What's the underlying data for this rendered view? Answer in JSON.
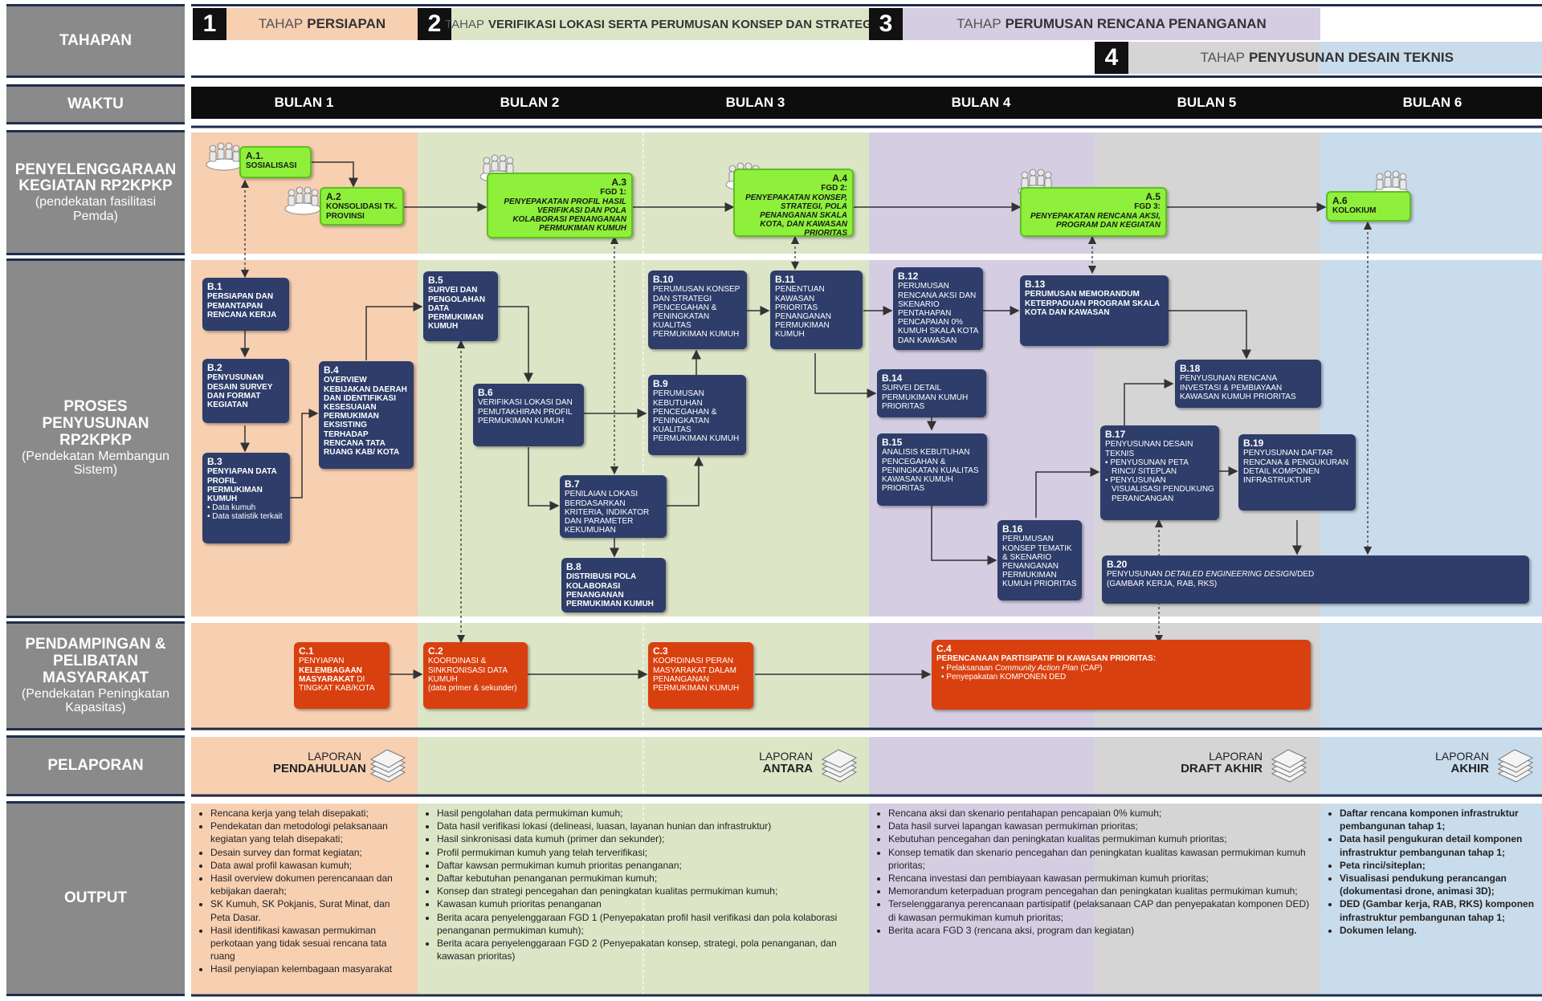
{
  "rows": {
    "tahapan": {
      "title": "TAHAPAN"
    },
    "waktu": {
      "title": "WAKTU"
    },
    "penyelenggaraan": {
      "title": "PENYELENGGARAAN KEGIATAN RP2KPKP",
      "subtitle": "(pendekatan fasilitasi Pemda)"
    },
    "proses": {
      "title": "PROSES  PENYUSUNAN RP2KPKP",
      "subtitle": "(Pendekatan Membangun Sistem)"
    },
    "pendampingan": {
      "title": "PENDAMPINGAN & PELIBATAN MASYARAKAT",
      "subtitle": "(Pendekatan Peningkatan Kapasitas)"
    },
    "pelaporan": {
      "title": "PELAPORAN"
    },
    "output": {
      "title": "OUTPUT"
    }
  },
  "stages": [
    {
      "num": "1",
      "prefix": "TAHAP",
      "name": "PERSIAPAN"
    },
    {
      "num": "2",
      "prefix": "TAHAP",
      "name": "VERIFIKASI LOKASI SERTA PERUMUSAN KONSEP DAN STRATEGI"
    },
    {
      "num": "3",
      "prefix": "TAHAP",
      "name": "PERUMUSAN RENCANA PENANGANAN"
    },
    {
      "num": "4",
      "prefix": "TAHAP",
      "name": "PENYUSUNAN DESAIN TEKNIS"
    }
  ],
  "months": [
    "BULAN 1",
    "BULAN 2",
    "BULAN 3",
    "BULAN 4",
    "BULAN 5",
    "BULAN 6"
  ],
  "colors": {
    "stage1": "#f7cfb1",
    "stage2": "#dde5c7",
    "stage3": "#d5cde2",
    "stage4_gray": "#d5d5d5",
    "stage4_blue": "#c9dcec",
    "row_head": "#8a8a8a",
    "process_node": "#2e3d6a",
    "green_node": "#8ef03a",
    "red_node": "#d9400f"
  },
  "nodes": {
    "A1": {
      "code": "A.1.",
      "text": "SOSIALISASI"
    },
    "A2": {
      "code": "A.2",
      "text": "KONSOLIDASI TK. PROVINSI"
    },
    "A3": {
      "code": "A.3",
      "sub": "FGD 1:",
      "text": "PENYEPAKATAN PROFIL HASIL VERIFIKASI DAN POLA KOLABORASI PENANGANAN PERMUKIMAN KUMUH"
    },
    "A4": {
      "code": "A.4",
      "sub": "FGD 2:",
      "text": "PENYEPAKATAN KONSEP, STRATEGI, POLA PENANGANAN SKALA KOTA, DAN KAWASAN PRIORITAS"
    },
    "A5": {
      "code": "A.5",
      "sub": "FGD 3:",
      "text": "PENYEPAKATAN RENCANA AKSI, PROGRAM DAN KEGIATAN"
    },
    "A6": {
      "code": "A.6",
      "text": "KOLOKIUM"
    },
    "B1": {
      "code": "B.1",
      "text": "PERSIAPAN DAN PEMANTAPAN RENCANA KERJA"
    },
    "B2": {
      "code": "B.2",
      "text": "PENYUSUNAN DESAIN SURVEY DAN FORMAT KEGIATAN"
    },
    "B3": {
      "code": "B.3",
      "text": "PENYIAPAN DATA PROFIL PERMUKIMAN KUMUH",
      "bullets": [
        "Data kumuh",
        "Data statistik terkait"
      ]
    },
    "B4": {
      "code": "B.4",
      "text": "OVERVIEW KEBIJAKAN DAERAH DAN IDENTIFIKASI KESESUAIAN PERMUKIMAN EKSISTING TERHADAP RENCANA TATA RUANG KAB/ KOTA"
    },
    "B5": {
      "code": "B.5",
      "text": "SURVEI DAN PENGOLAHAN DATA PERMUKIMAN KUMUH"
    },
    "B6": {
      "code": "B.6",
      "text": "VERIFIKASI LOKASI DAN PEMUTAKHIRAN PROFIL PERMUKIMAN KUMUH"
    },
    "B7": {
      "code": "B.7",
      "text": "PENILAIAN LOKASI BERDASARKAN KRITERIA, INDIKATOR DAN PARAMETER KEKUMUHAN"
    },
    "B8": {
      "code": "B.8",
      "text": "DISTRIBUSI POLA KOLABORASI PENANGANAN PERMUKIMAN KUMUH"
    },
    "B9": {
      "code": "B.9",
      "text": "PERUMUSAN KEBUTUHAN PENCEGAHAN & PENINGKATAN KUALITAS PERMUKIMAN KUMUH"
    },
    "B10": {
      "code": "B.10",
      "text": "PERUMUSAN KONSEP DAN STRATEGI PENCEGAHAN & PENINGKATAN KUALITAS PERMUKIMAN KUMUH"
    },
    "B11": {
      "code": "B.11",
      "text": "PENENTUAN KAWASAN PRIORITAS PENANGANAN PERMUKIMAN KUMUH"
    },
    "B12": {
      "code": "B.12",
      "text": "PERUMUSAN RENCANA AKSI DAN SKENARIO PENTAHAPAN PENCAPAIAN 0% KUMUH SKALA KOTA DAN KAWASAN"
    },
    "B13": {
      "code": "B.13",
      "text": "PERUMUSAN MEMORANDUM KETERPADUAN PROGRAM SKALA KOTA DAN KAWASAN"
    },
    "B14": {
      "code": "B.14",
      "text": "SURVEI DETAIL PERMUKIMAN KUMUH PRIORITAS"
    },
    "B15": {
      "code": "B.15",
      "text": "ANALISIS KEBUTUHAN PENCEGAHAN & PENINGKATAN KUALITAS KAWASAN KUMUH PRIORITAS"
    },
    "B16": {
      "code": "B.16",
      "text": "PERUMUSAN KONSEP TEMATIK & SKENARIO PENANGANAN PERMUKIMAN KUMUH PRIORITAS"
    },
    "B17": {
      "code": "B.17",
      "text": "PENYUSUNAN DESAIN TEKNIS",
      "bullets": [
        "PENYUSUNAN PETA RINCI/ SITEPLAN",
        "PENYUSUNAN VISUALISASI PENDUKUNG PERANCANGAN"
      ]
    },
    "B18": {
      "code": "B.18",
      "text": "PENYUSUNAN RENCANA INVESTASI & PEMBIAYAAN KAWASAN KUMUH PRIORITAS"
    },
    "B19": {
      "code": "B.19",
      "text": "PENYUSUNAN DAFTAR RENCANA & PENGUKURAN DETAIL KOMPONEN INFRASTRUKTUR"
    },
    "B20": {
      "code": "B.20",
      "text_pre": "PENYUSUNAN ",
      "text_em": "DETAILED ENGINEERING DESIGN",
      "text_post": "/DED",
      "text2": "(GAMBAR KERJA, RAB, RKS)"
    },
    "C1": {
      "code": "C.1",
      "text_pre": "PENYIAPAN ",
      "text_b": "KELEMBAGAAN MASYARAKAT",
      "text_post": " DI TINGKAT KAB/KOTA"
    },
    "C2": {
      "code": "C.2",
      "text": "KOORDINASI & SINKRONISASI DATA KUMUH",
      "text2": "(data primer & sekunder)"
    },
    "C3": {
      "code": "C.3",
      "text": "KOORDINASI PERAN MASYARAKAT DALAM PENANGANAN PERMUKIMAN KUMUH"
    },
    "C4": {
      "code": "C.4",
      "text": "PERENCANAAN PARTISIPATIF DI KAWASAN PRIORITAS:",
      "b1_pre": "Pelaksanaan ",
      "b1_em": "Community Action Plan",
      "b1_post": " (CAP)",
      "b2": "Penyepakatan KOMPONEN DED"
    }
  },
  "reports": [
    {
      "label": "LAPORAN",
      "name": "PENDAHULUAN"
    },
    {
      "label": "LAPORAN",
      "name": "ANTARA"
    },
    {
      "label": "LAPORAN",
      "name": "DRAFT AKHIR"
    },
    {
      "label": "LAPORAN",
      "name": "AKHIR"
    }
  ],
  "outputs": {
    "col1": [
      "Rencana kerja yang telah disepakati;",
      "Pendekatan dan metodologi  pelaksanaan kegiatan yang telah disepakati;",
      "Desain survey dan format kegiatan;",
      "Data awal profil kawasan kumuh;",
      "Hasil overview dokumen perencanaan dan kebijakan daerah;",
      "SK Kumuh, SK Pokjanis, Surat Minat, dan Peta Dasar.",
      "Hasil identifikasi kawasan permukiman perkotaan yang tidak sesuai rencana tata ruang",
      "Hasil penyiapan kelembagaan masyarakat"
    ],
    "col2": [
      "Hasil pengolahan data permukiman kumuh;",
      "Data hasil verifikasi lokasi (delineasi, luasan, layanan hunian dan infrastruktur)",
      "Hasil sinkronisasi data kumuh (primer dan sekunder);",
      "Profil permukiman kumuh yang telah terverifikasi;",
      "Daftar kawsan permukiman kumuh prioritas penanganan;",
      "Daftar kebutuhan penanganan permukiman kumuh;",
      "Konsep dan strategi pencegahan dan peningkatan kualitas permukiman kumuh;",
      "Kawasan kumuh prioritas penanganan",
      "Berita acara penyelenggaraan FGD 1 (Penyepakatan profil hasil verifikasi dan pola kolaborasi penanganan permukiman kumuh);",
      "Berita acara penyelenggaraan FGD 2 (Penyepakatan konsep, strategi, pola penanganan, dan kawasan prioritas)"
    ],
    "col3": [
      "Rencana aksi dan skenario pentahapan pencapaian 0% kumuh;",
      "Data hasil survei lapangan kawasan permukiman prioritas;",
      "Kebutuhan pencegahan dan peningkatan kualitas permukiman kumuh prioritas;",
      "Konsep tematik dan skenario pencegahan dan peningkatan kualitas kawasan permukiman kumuh prioritas;",
      "Rencana investasi dan pembiayaan kawasan permukiman kumuh prioritas;",
      "Memorandum keterpaduan program pencegahan dan peningkatan kualitas permukiman kumuh;",
      "Terselenggaranya perencanaan partisipatif (pelaksanaan CAP dan penyepakatan komponen DED) di kawasan permukiman kumuh prioritas;",
      "Berita acara FGD 3 (rencana aksi, program dan kegiatan)"
    ],
    "col4": [
      "Daftar rencana komponen infrastruktur pembangunan tahap 1;",
      "Data hasil pengukuran detail komponen infrastruktur pembangunan tahap 1;",
      "Peta rinci/siteplan;",
      "Visualisasi pendukung perancangan (dokumentasi drone, animasi 3D);",
      "DED (Gambar kerja, RAB, RKS) komponen infrastruktur pembangunan tahap 1;",
      "Dokumen lelang."
    ]
  }
}
